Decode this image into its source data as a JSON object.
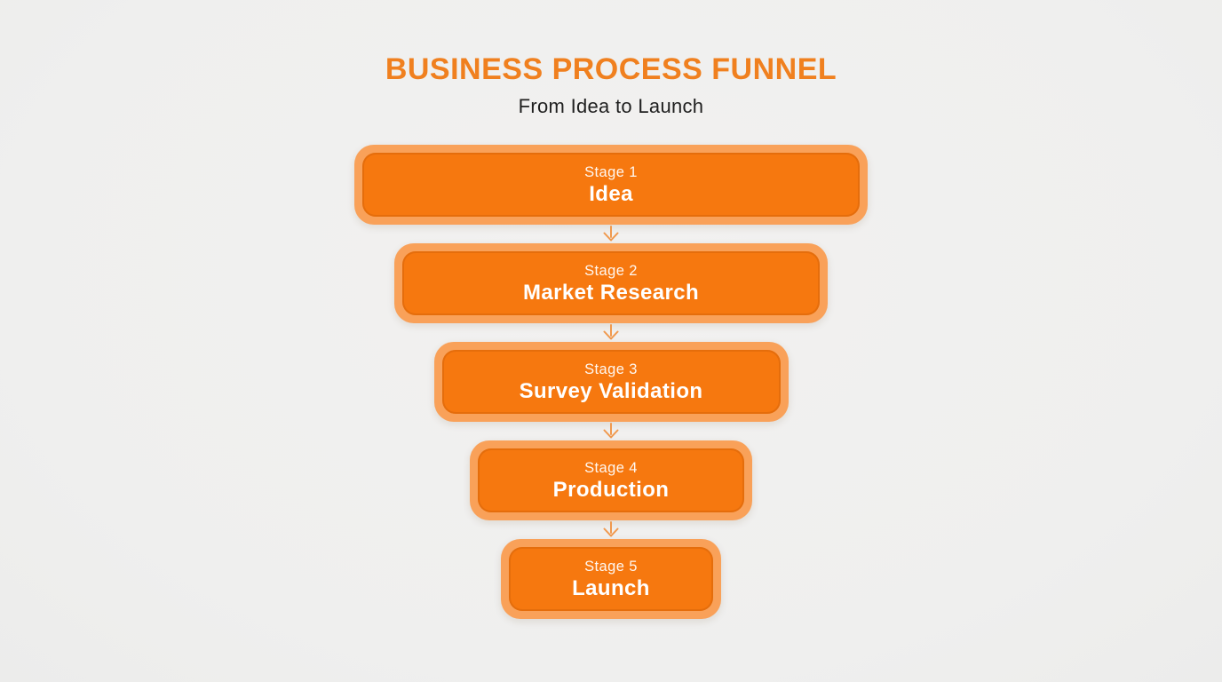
{
  "page": {
    "background_color": "#F0F0EF"
  },
  "header": {
    "title": "BUSINESS PROCESS FUNNEL",
    "subtitle": "From Idea to Launch",
    "title_color": "#F0801F",
    "subtitle_color": "#1F1F1F"
  },
  "funnel": {
    "stages": [
      {
        "label": "Stage 1",
        "name": "Idea"
      },
      {
        "label": "Stage 2",
        "name": "Market Research"
      },
      {
        "label": "Stage 3",
        "name": "Survey Validation"
      },
      {
        "label": "Stage 4",
        "name": "Production"
      },
      {
        "label": "Stage 5",
        "name": "Launch"
      }
    ],
    "colors": {
      "box_fill": "#F6780F",
      "box_ring": "#F9A159",
      "arrow": "#F0994E",
      "stage_label_text": "#FFFFFF",
      "stage_name_text": "#FFFFFF"
    },
    "icons": {
      "connector": "down-arrow-icon"
    }
  }
}
